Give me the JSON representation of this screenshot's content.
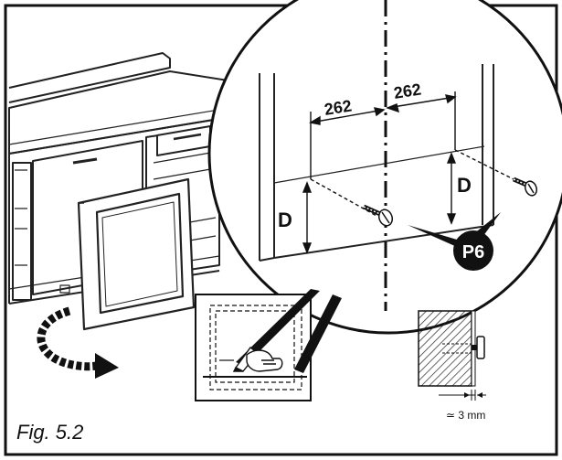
{
  "figure": {
    "caption": "Fig. 5.2",
    "labels": {
      "dim_left": "262",
      "dim_right": "262",
      "height_left": "D",
      "height_right": "D",
      "part_code": "P6",
      "gap": "≃ 3 mm"
    },
    "icons": [
      "cabinet-drawing",
      "door-panel-drawing",
      "rotate-arrow-icon",
      "pencil-mark-icon",
      "screw-icon",
      "wall-section-drawing"
    ],
    "colors": {
      "ink": "#111111",
      "background": "#ffffff",
      "badge": "#111111"
    }
  }
}
